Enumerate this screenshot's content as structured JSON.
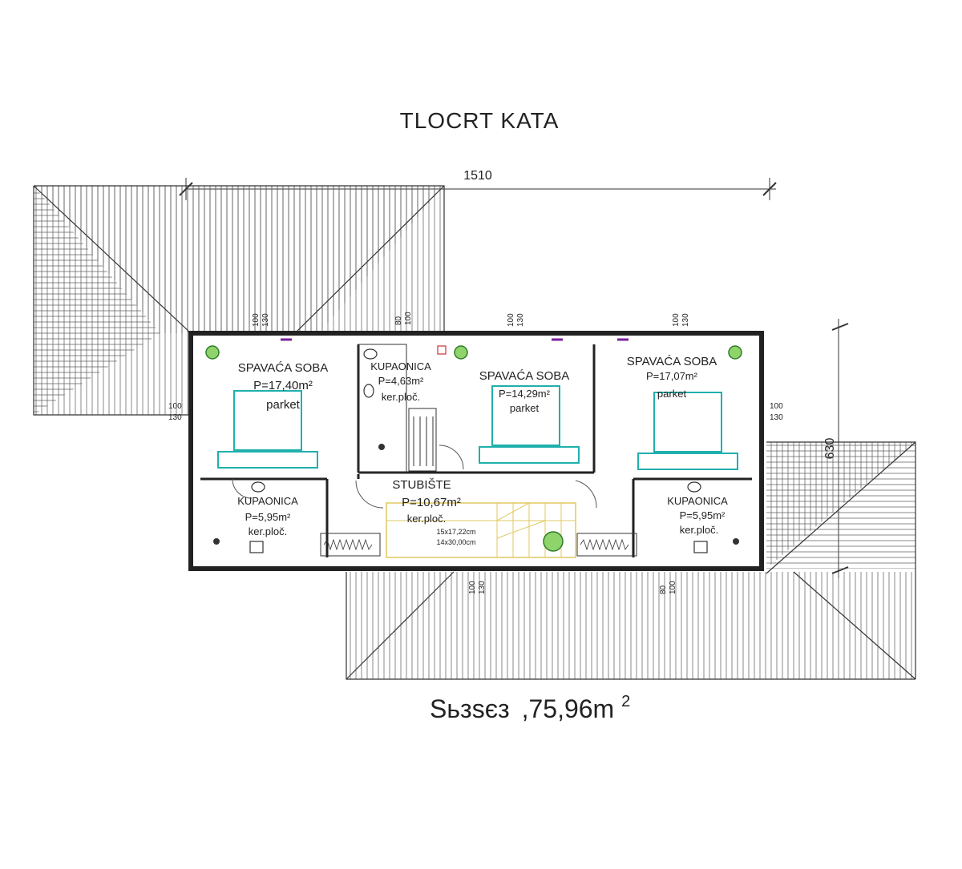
{
  "plan_title": "TLOCRT KATA",
  "dimensions": {
    "overall_width": "1510",
    "depth": "630",
    "window_heights": "100 / 130",
    "window_top_label": "100",
    "window_bottom_label": "130",
    "window_door_top": "80",
    "window_door_bottom": "100",
    "window_stair_top": "100",
    "window_stair_bottom": "130"
  },
  "rooms": [
    {
      "name": "SPAVAĆA SOBA",
      "area": "P=17,40m²",
      "floor": "parket"
    },
    {
      "name": "KUPAONICA",
      "area": "P=4,63m²",
      "floor": "ker.ploč."
    },
    {
      "name": "SPAVAĆA SOBA",
      "area": "P=14,29m²",
      "floor": "parket"
    },
    {
      "name": "SPAVAĆA SOBA",
      "area": "P=17,07m²",
      "floor": "parket"
    },
    {
      "name": "KUPAONICA",
      "area": "P=5,95m²",
      "floor": "ker.ploč."
    },
    {
      "name": "STUBIŠTE",
      "area": "P=10,67m²",
      "floor": "ker.ploč."
    },
    {
      "name": "KUPAONICA",
      "area": "P=5,95m²",
      "floor": "ker.ploč."
    }
  ],
  "stairs": {
    "line1": "15x17,22cm",
    "line2": "14x30,00cm"
  },
  "total_area": ",75,96m",
  "total_area_prefix": "Sьзsєз",
  "total_area_sup": "2",
  "colors": {
    "bed_outline": "#1fb0ad",
    "plant_fill": "#8fd36b",
    "window_mark": "#7a1f9a"
  },
  "icons": [
    "plant-icon",
    "toilet-icon",
    "drain-icon",
    "bed-icon",
    "stairs-icon"
  ]
}
